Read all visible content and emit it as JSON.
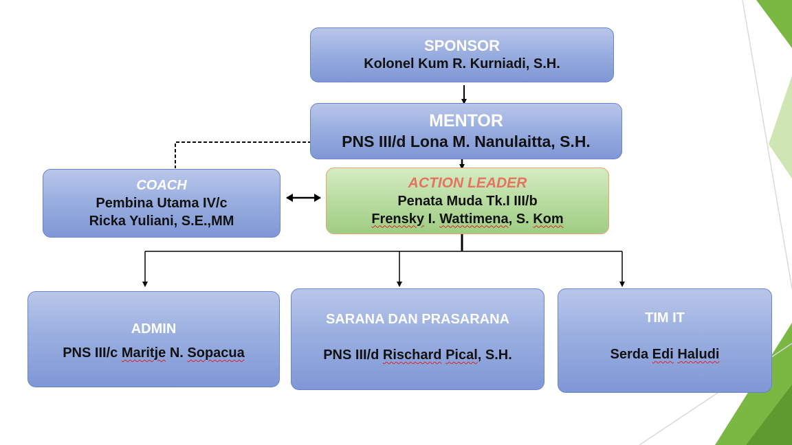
{
  "sponsor": {
    "title": "SPONSOR",
    "name": "Kolonel Kum R. Kurniadi, S.H."
  },
  "mentor": {
    "title": "MENTOR",
    "name": "PNS III/d Lona M. Nanulaitta, S.H."
  },
  "coach": {
    "title": "COACH",
    "line1": "Pembina Utama IV/c",
    "line2": "Ricka Yuliani, S.E.,MM"
  },
  "action_leader": {
    "title": "ACTION LEADER",
    "line1": "Penata Muda Tk.I III/b",
    "line2_a": "Frensky",
    "line2_b": " I. ",
    "line2_c": "Wattimena",
    "line2_d": ", S. ",
    "line2_e": "Kom"
  },
  "admin": {
    "title": "ADMIN",
    "rank": "PNS III/c ",
    "name_a": "Maritje",
    "name_b": " N. ",
    "name_c": "Sopacua"
  },
  "sarana": {
    "title": "SARANA DAN PRASARANA",
    "rank": "PNS III/d ",
    "name_a": "Rischard",
    "name_b": " ",
    "name_c": "Pical",
    "name_d": ", S.H."
  },
  "tim_it": {
    "title": "TIM IT",
    "rank": "Serda ",
    "name_a": "Edi",
    "name_b": " ",
    "name_c": "Haludi"
  },
  "colors": {
    "box_blue": "#9aafe0",
    "box_green": "#b8dca0",
    "accent_green": "#7bb843",
    "action_title": "#e5735f"
  }
}
